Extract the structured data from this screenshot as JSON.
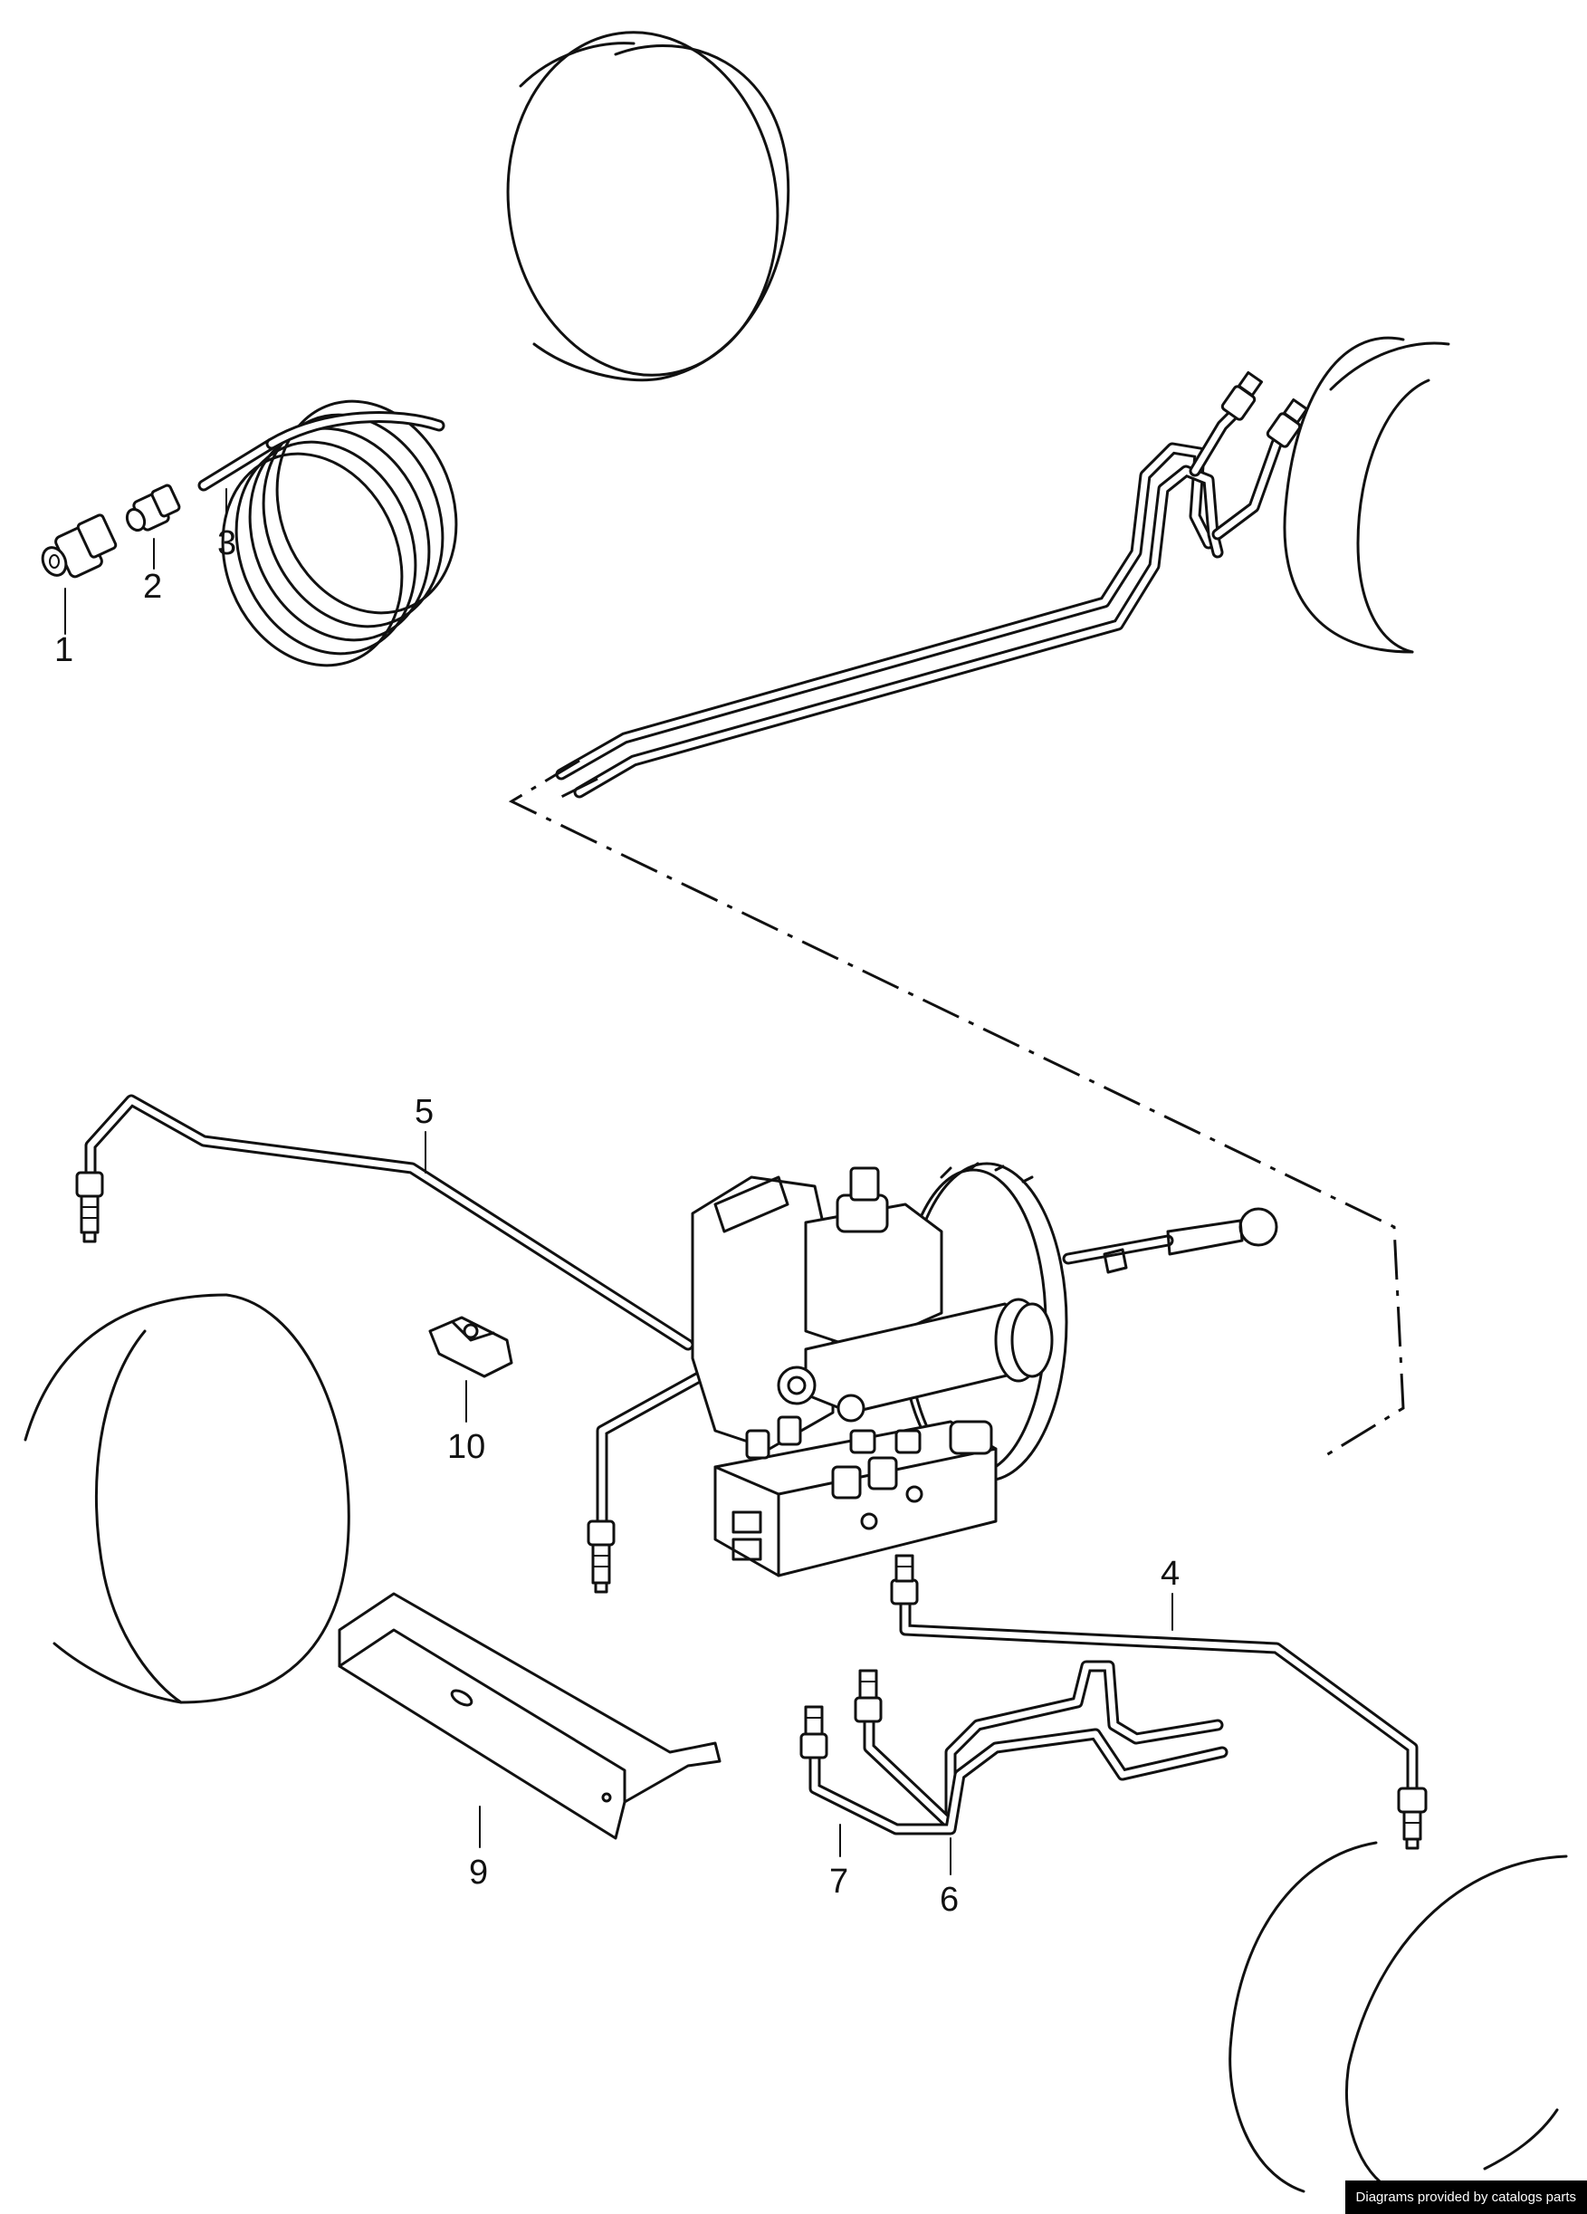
{
  "callouts": [
    {
      "id": "1",
      "label": "1"
    },
    {
      "id": "2",
      "label": "2"
    },
    {
      "id": "3",
      "label": "3"
    },
    {
      "id": "4",
      "label": "4"
    },
    {
      "id": "5",
      "label": "5"
    },
    {
      "id": "6",
      "label": "6"
    },
    {
      "id": "7",
      "label": "7"
    },
    {
      "id": "9",
      "label": "9"
    },
    {
      "id": "10",
      "label": "10"
    }
  ],
  "footer": {
    "credit": "Diagrams provided by catalogs parts"
  },
  "colors": {
    "line": "#111111",
    "background": "#ffffff",
    "badge_background": "#000000",
    "badge_text": "#ffffff"
  }
}
